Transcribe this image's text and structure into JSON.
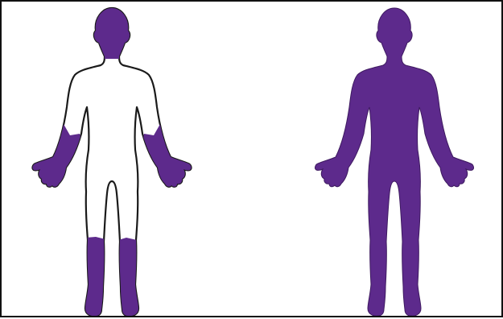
{
  "diagram": {
    "fill_color": "#5d2a8c",
    "outline_color": "#1a1a1a",
    "background_color": "#ffffff",
    "figures": [
      {
        "id": "partial-coverage-figure",
        "shaded_regions": [
          "head",
          "forearms",
          "hands",
          "lower-legs",
          "feet"
        ]
      },
      {
        "id": "full-coverage-figure",
        "shaded_regions": [
          "whole-body"
        ]
      }
    ]
  }
}
